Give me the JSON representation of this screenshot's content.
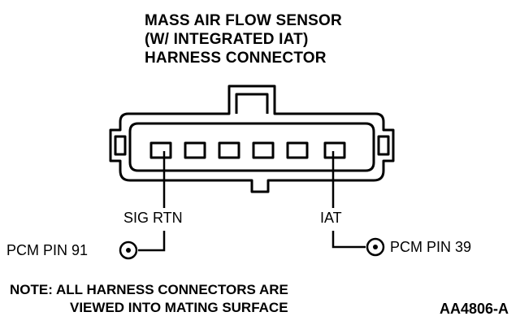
{
  "title": {
    "line1": "MASS AIR FLOW SENSOR",
    "line2": "(W/ INTEGRATED IAT)",
    "line3": "HARNESS CONNECTOR"
  },
  "pins": {
    "left": {
      "label": "SIG RTN",
      "pcm": "PCM PIN 91"
    },
    "right": {
      "label": "IAT",
      "pcm": "PCM PIN 39"
    }
  },
  "note": {
    "line1": "NOTE: ALL HARNESS CONNECTORS ARE",
    "line2": "VIEWED INTO MATING SURFACE"
  },
  "figure_id": "AA4806-A"
}
